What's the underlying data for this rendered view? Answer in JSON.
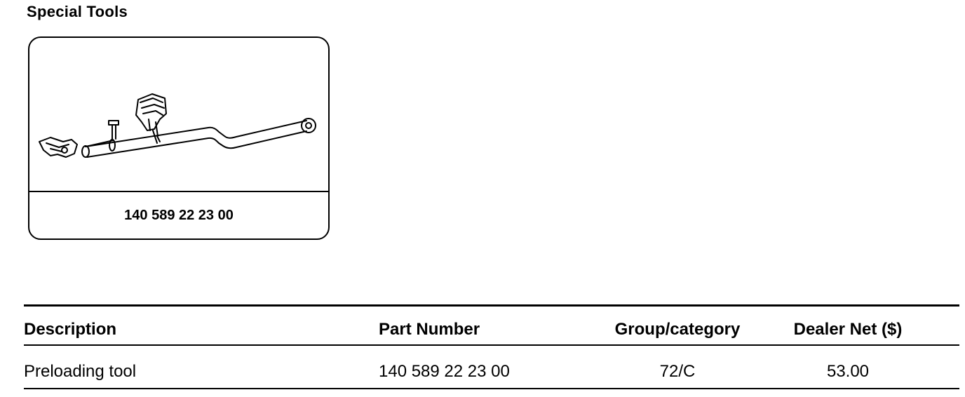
{
  "section": {
    "title": "Special Tools"
  },
  "tool_card": {
    "image_icon": "preloading-tool-illustration",
    "part_number": "140 589 22 23 00"
  },
  "table": {
    "headers": {
      "description": "Description",
      "part_number": "Part Number",
      "group_category": "Group/category",
      "dealer_net": "Dealer Net ($)"
    },
    "rows": [
      {
        "description": "Preloading tool",
        "part_number": "140 589 22 23 00",
        "group_category": "72/C",
        "dealer_net": "53.00"
      }
    ]
  }
}
